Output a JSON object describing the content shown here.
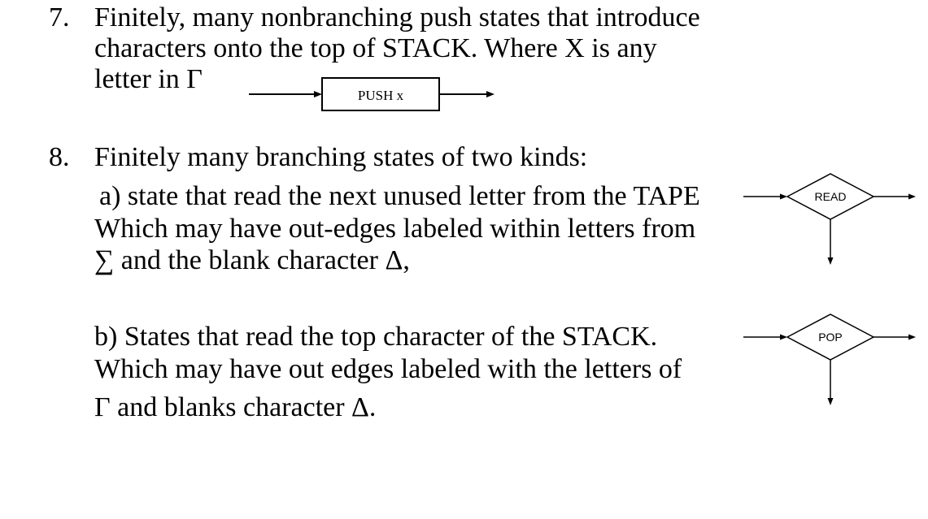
{
  "item7": {
    "number": "7.",
    "lines": [
      "Finitely, many nonbranching push states that introduce",
      "characters onto the top of STACK. Where X is any",
      "letter in Γ"
    ],
    "push_label": "PUSH x"
  },
  "item8": {
    "number": "8.",
    "heading": "Finitely many branching states of two kinds:",
    "part_a": {
      "lines": [
        "a) state that read the next unused letter from the TAPE",
        "Which may have out-edges labeled within letters from",
        "∑ and the blank character Δ,"
      ],
      "read_label": "READ"
    },
    "part_b": {
      "lines": [
        "b) States that read the top character of the STACK.",
        "Which may have out edges labeled with the letters of",
        "Γ and blanks character Δ."
      ],
      "pop_label": "POP"
    }
  }
}
